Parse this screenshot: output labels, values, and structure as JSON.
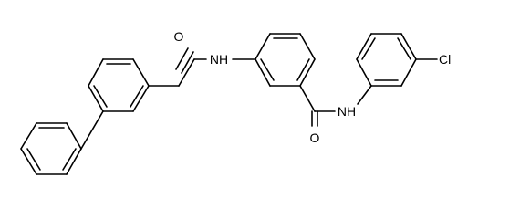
{
  "molecule": {
    "atoms": {
      "oxygen_left": "O",
      "nitrogen_left": "NH",
      "oxygen_right": "O",
      "nitrogen_right": "NH",
      "chlorine": "Cl"
    }
  }
}
